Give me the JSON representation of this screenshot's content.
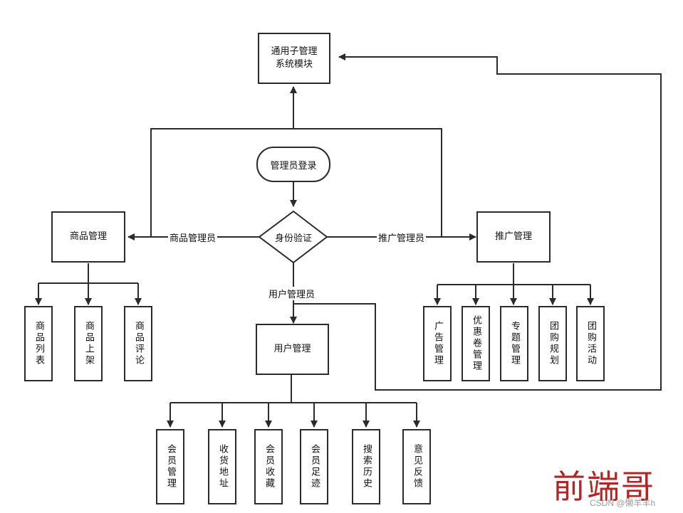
{
  "nodes": {
    "common": "通用子管理\n系统模块",
    "login": "管理员登录",
    "verify": "身份验证",
    "goods": "商品管理",
    "promo": "推广管理",
    "user": "用户管理"
  },
  "edges": {
    "goods_admin": "商品管理员",
    "promo_admin": "推广管理员",
    "user_admin": "用户管理员"
  },
  "goods_children": [
    "商品列表",
    "商品上架",
    "商品评论"
  ],
  "promo_children": [
    "广告管理",
    "优惠卷管理",
    "专题管理",
    "团购规划",
    "团购活动"
  ],
  "user_children": [
    "会员管理",
    "收货地址",
    "会员收藏",
    "会员足迹",
    "搜索历史",
    "意见反馈"
  ],
  "watermark": {
    "big": "前端哥",
    "small": "CSDN @懒羊羊h"
  }
}
